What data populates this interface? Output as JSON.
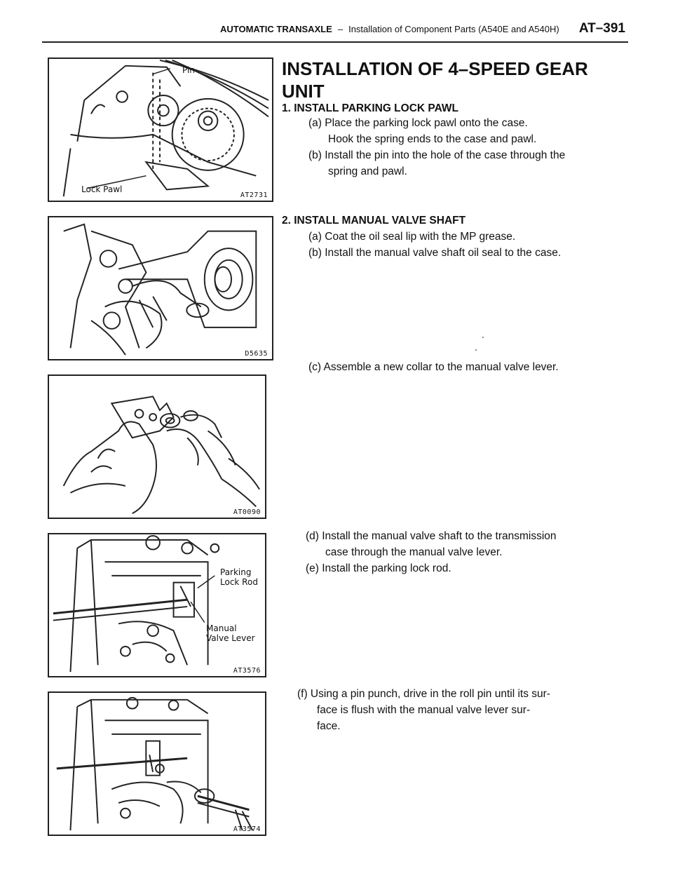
{
  "header": {
    "section": "AUTOMATIC TRANSAXLE",
    "separator": "–",
    "subtitle": "Installation of Component Parts (A540E and A540H)",
    "page": "AT–391"
  },
  "title": "INSTALLATION OF 4–SPEED GEAR UNIT",
  "steps": [
    {
      "heading": "1. INSTALL PARKING LOCK PAWL",
      "subs": [
        {
          "label": "(a) Place the parking lock pawl onto the case.",
          "cont": "Hook the spring ends to the case and pawl."
        },
        {
          "label": "(b) Install the pin into the hole of the case through the",
          "cont": "spring and pawl."
        }
      ]
    },
    {
      "heading": "2. INSTALL MANUAL VALVE SHAFT",
      "subs": [
        {
          "label": "(a) Coat the oil seal lip with the MP grease."
        },
        {
          "label": "(b) Install the manual valve shaft oil seal to the case."
        },
        {
          "label": "(c) Assemble a new collar to the manual valve lever."
        },
        {
          "label": "(d) Install the manual valve shaft to the transmission",
          "cont": "case through the manual valve lever."
        },
        {
          "label": "(e) Install the parking lock rod."
        },
        {
          "label": "(f) Using a pin punch, drive in the roll pin until its sur-",
          "cont": "face is flush with the manual valve lever sur-",
          "cont2": "face."
        }
      ]
    }
  ],
  "figures": [
    {
      "code": "AT2731",
      "labels": [
        "Pin",
        "Lock Pawl"
      ]
    },
    {
      "code": "D5635"
    },
    {
      "code": "AT0090"
    },
    {
      "code": "AT3576",
      "labels": [
        "Parking",
        "Lock Rod",
        "Manual",
        "Valve Lever"
      ]
    },
    {
      "code": "AT3574"
    }
  ]
}
